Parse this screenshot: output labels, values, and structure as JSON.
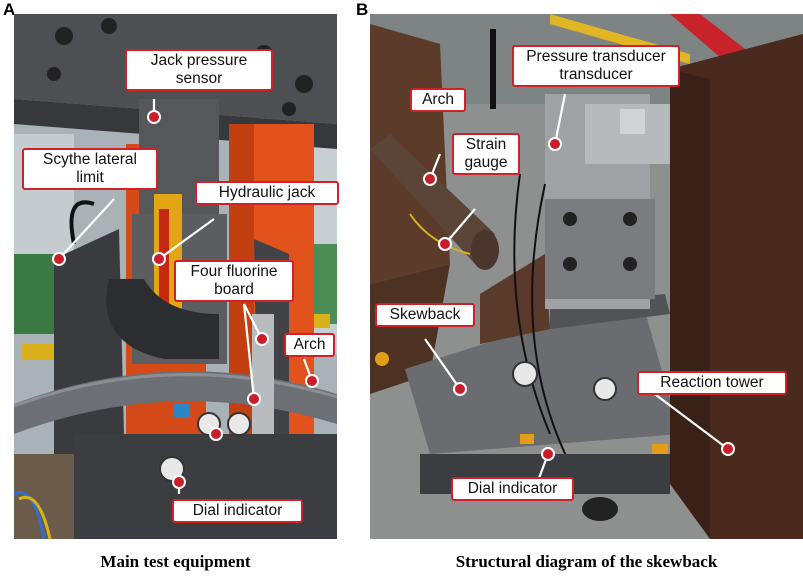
{
  "panels": {
    "a": {
      "letter": "A",
      "caption": "Main test equipment",
      "labels": {
        "jack_pressure_sensor": "Jack pressure\nsensor",
        "scythe_lateral_limit": "Scythe lateral\nlimit",
        "hydraulic_jack": "Hydraulic jack",
        "four_fluorine_board": "Four fluorine\nboard",
        "arch": "Arch",
        "dial_indicator": "Dial indicator"
      }
    },
    "b": {
      "letter": "B",
      "caption": "Structural diagram of the skewback",
      "labels": {
        "pressure_transducer": "Pressure transducer\ntransducer",
        "arch": "Arch",
        "strain_gauge": "Strain\ngauge",
        "skewback": "Skewback",
        "reaction_tower": "Reaction tower",
        "dial_indicator": "Dial indicator"
      }
    }
  },
  "colors": {
    "label_border": "#d0202a",
    "marker": "#c91d2a",
    "steel_dark": "#3e3f42",
    "steel_mid": "#5b5d61",
    "orange_frame": "#e2521d",
    "rust": "#6b3a22"
  }
}
